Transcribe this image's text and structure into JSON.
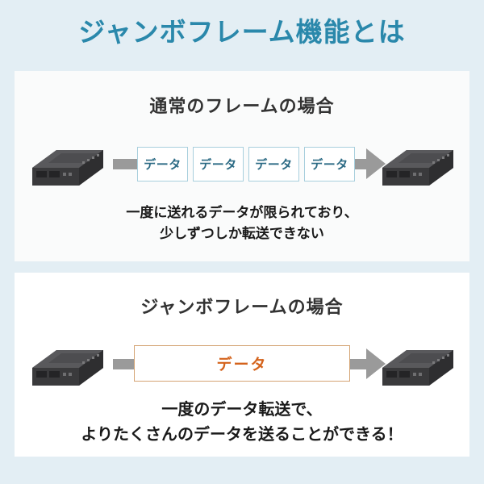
{
  "title": "ジャンボフレーム機能とは",
  "colors": {
    "background": "#e3eef4",
    "title_text": "#2a88ab",
    "card_background": "#fafbfb",
    "arrow_gray": "#9a9a9a",
    "packet_border_blue": "#a8cfdd",
    "packet_text_blue": "#2b6a84",
    "jumbo_border_orange": "#d4a373",
    "jumbo_text_orange": "#d4631c",
    "device_body": "#4a4a4c",
    "caption_text": "#1a1a1a"
  },
  "panels": [
    {
      "id": "normal-frame",
      "heading": "通常のフレームの場合",
      "packets": [
        "データ",
        "データ",
        "データ",
        "データ"
      ],
      "caption": "一度に送れるデータが限られており、\n少しずつしか転送できない",
      "device_left_name": "media-converter-left",
      "device_right_name": "media-converter-right"
    },
    {
      "id": "jumbo-frame",
      "heading": "ジャンボフレームの場合",
      "packets": [
        "データ"
      ],
      "caption": "一度のデータ転送で、\nよりたくさんのデータを送ることができる！",
      "device_left_name": "media-converter-left",
      "device_right_name": "media-converter-right"
    }
  ]
}
